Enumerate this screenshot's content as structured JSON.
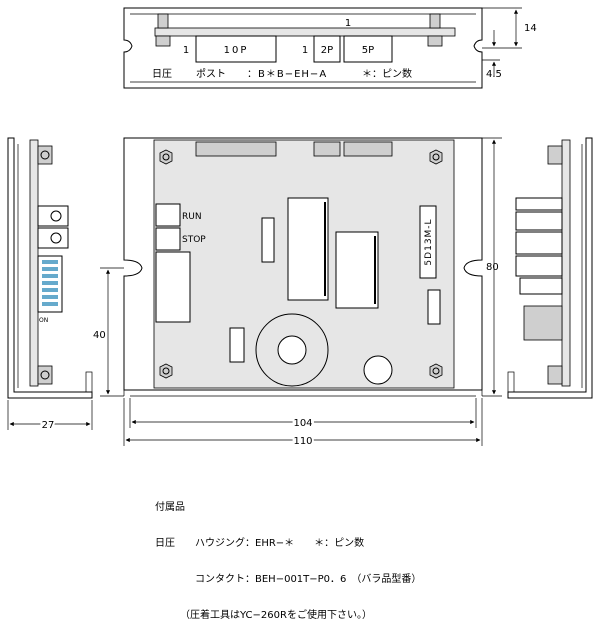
{
  "top_view": {
    "pin1_main": "1",
    "pin1_left": "1",
    "conn_10p": "10P",
    "pin1_mid": "1",
    "conn_2p": "2P",
    "conn_5p": "5P",
    "maker": "日圧",
    "post_label": "ポスト",
    "post_part": "：B＊B−EH−A",
    "pin_note": "＊：ピン数"
  },
  "dims": {
    "height_14": "14",
    "offset_45": "4.5",
    "height_80": "80",
    "height_40": "40",
    "depth_27": "27",
    "width_104": "104",
    "width_110": "110"
  },
  "board": {
    "run": "RUN",
    "stop": "STOP",
    "model": "5D13M-L",
    "on": "ON"
  },
  "accessories": {
    "title": "付属品",
    "maker": "日圧",
    "housing": "ハウジング：EHR−＊",
    "housing_note": "＊：ピン数",
    "contact": "コンタクト：BEH−001T−P0．6",
    "contact_note": "（バラ品型番）",
    "tool_note": "（圧着工具はYC−260Rをご使用下さい。）"
  }
}
